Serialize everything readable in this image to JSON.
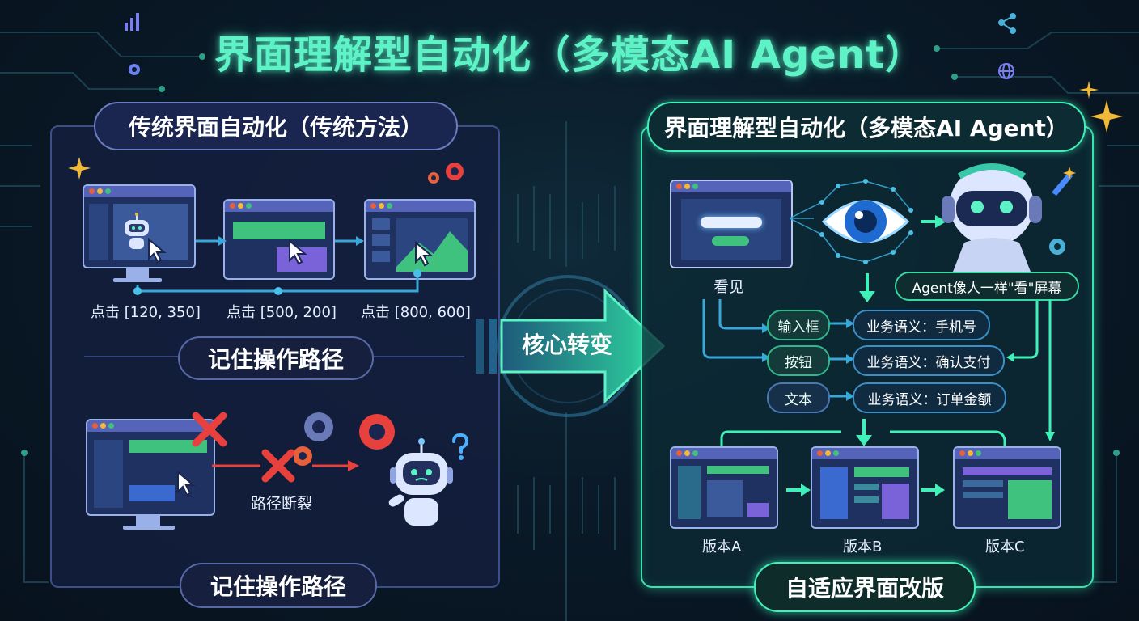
{
  "title": "界面理解型自动化（多模态AI Agent）",
  "left_panel": {
    "title": "传统界面自动化（传统方法）",
    "clicks": [
      "点击 [120, 350]",
      "点击 [500, 200]",
      "点击 [800, 600]"
    ],
    "memory_label_top": "记住操作路径",
    "path_broken": "路径断裂",
    "memory_label_bottom": "记住操作路径"
  },
  "center": {
    "core_change": "核心转变"
  },
  "right_panel": {
    "title": "界面理解型自动化（多模态AI Agent）",
    "see_label": "看见",
    "agent_caption": "Agent像人一样\"看\"屏幕",
    "elements": [
      {
        "tag": "输入框",
        "semantic": "业务语义：手机号"
      },
      {
        "tag": "按钮",
        "semantic": "业务语义：确认支付"
      },
      {
        "tag": "文本",
        "semantic": "业务语义：订单金额"
      }
    ],
    "versions": [
      "版本A",
      "版本B",
      "版本C"
    ],
    "adapt_label": "自适应界面改版"
  },
  "colors": {
    "accent_green": "#3ff0b8",
    "title_green": "#5ef3c6",
    "left_border": "#3d4f8a",
    "error_red": "#e8403c",
    "arrow_blue": "#38a8d8"
  },
  "icons": [
    "sparkle-icon",
    "gear-icon",
    "robot-icon",
    "cursor-icon",
    "eye-icon",
    "cross-icon",
    "question-icon",
    "globe-icon",
    "chart-icon",
    "network-icon"
  ]
}
